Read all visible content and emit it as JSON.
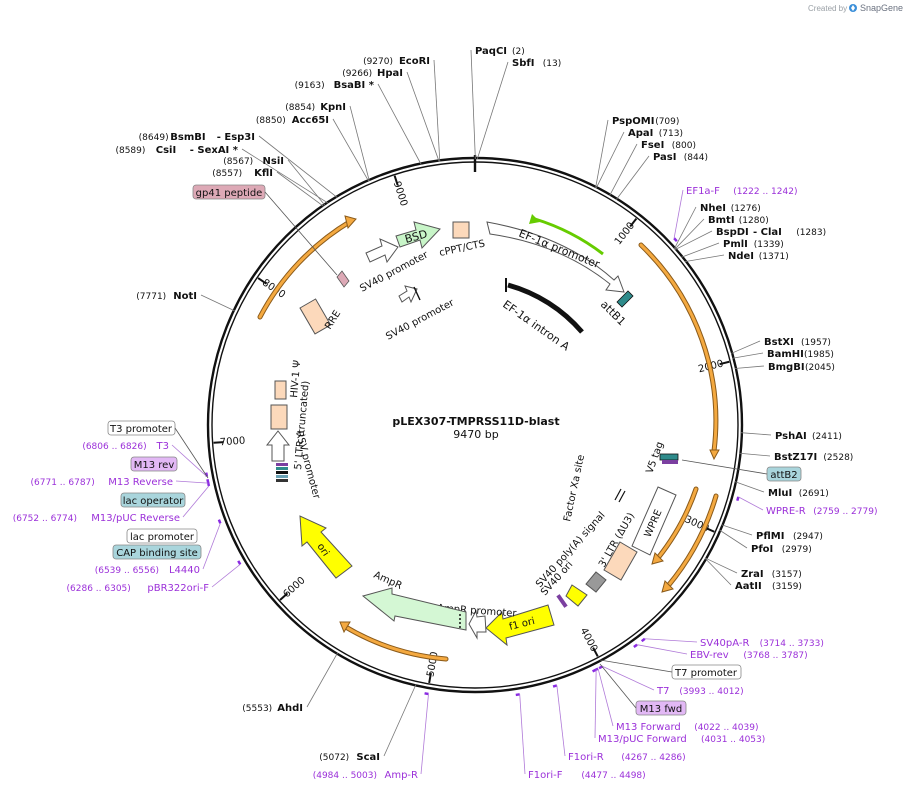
{
  "watermark": "Created by",
  "brand": "SnapGene",
  "plasmid": {
    "name": "pLEX307-TMPRSS11D-blast",
    "length": "9470 bp",
    "length_value": 9470
  },
  "ticks": [
    "1000",
    "2000",
    "3000",
    "4000",
    "5000",
    "6000",
    "7000",
    "8000",
    "9000"
  ],
  "enzymes": [
    {
      "name": "PaqCI",
      "pos": "(2)",
      "site": 2
    },
    {
      "name": "SbfI",
      "pos": "(13)",
      "site": 13
    },
    {
      "name": "PspOMI",
      "pos": "(709)",
      "site": 709
    },
    {
      "name": "ApaI",
      "pos": "(713)",
      "site": 713
    },
    {
      "name": "FseI",
      "pos": "(800)",
      "site": 800
    },
    {
      "name": "PasI",
      "pos": "(844)",
      "site": 844
    },
    {
      "name": "NheI",
      "pos": "(1276)",
      "site": 1276
    },
    {
      "name": "BmtI",
      "pos": "(1280)",
      "site": 1280
    },
    {
      "name": "BspDI",
      "extra": "- ClaI",
      "pos": "(1283)",
      "site": 1283
    },
    {
      "name": "PmlI",
      "pos": "(1339)",
      "site": 1339
    },
    {
      "name": "NdeI",
      "pos": "(1371)",
      "site": 1371
    },
    {
      "name": "BstXI",
      "pos": "(1957)",
      "site": 1957
    },
    {
      "name": "BamHI",
      "pos": "(1985)",
      "site": 1985
    },
    {
      "name": "BmgBI",
      "pos": "(2045)",
      "site": 2045
    },
    {
      "name": "PshAI",
      "pos": "(2411)",
      "site": 2411
    },
    {
      "name": "BstZ17I",
      "pos": "(2528)",
      "site": 2528
    },
    {
      "name": "MluI",
      "pos": "(2691)",
      "site": 2691
    },
    {
      "name": "PflMI",
      "pos": "(2947)",
      "site": 2947
    },
    {
      "name": "PfoI",
      "pos": "(2979)",
      "site": 2979
    },
    {
      "name": "ZraI",
      "pos": "(3157)",
      "site": 3157
    },
    {
      "name": "AatII",
      "pos": "(3159)",
      "site": 3159
    },
    {
      "name": "ScaI",
      "pos": "(5072)",
      "site": 5072
    },
    {
      "name": "AhdI",
      "pos": "(5553)",
      "site": 5553
    },
    {
      "name": "NotI",
      "pos": "(7771)",
      "site": 7771
    },
    {
      "name": "KflI",
      "pos": "(8557)",
      "site": 8557
    },
    {
      "name": "NsiI",
      "pos": "(8567)",
      "site": 8567
    },
    {
      "name": "CsiI",
      "extra": "- SexAI *",
      "pos": "(8589)",
      "site": 8589
    },
    {
      "name": "BsmBI",
      "extra": "- Esp3I",
      "pos": "(8649)",
      "site": 8649
    },
    {
      "name": "Acc65I",
      "pos": "(8850)",
      "site": 8850
    },
    {
      "name": "KpnI",
      "pos": "(8854)",
      "site": 8854
    },
    {
      "name": "BsaBI *",
      "pos": "(9163)",
      "site": 9163
    },
    {
      "name": "HpaI",
      "pos": "(9266)",
      "site": 9266
    },
    {
      "name": "EcoRI",
      "pos": "(9270)",
      "site": 9270
    }
  ],
  "primers": [
    {
      "name": "EF1a-F",
      "range": "(1222 .. 1242)"
    },
    {
      "name": "WPRE-R",
      "range": "(2759 .. 2779)"
    },
    {
      "name": "SV40pA-R",
      "range": "(3714 .. 3733)"
    },
    {
      "name": "EBV-rev",
      "range": "(3768 .. 3787)"
    },
    {
      "name": "T7",
      "range": "(3993 .. 4012)"
    },
    {
      "name": "M13 Forward",
      "range": "(4022 .. 4039)"
    },
    {
      "name": "M13/pUC Forward",
      "range": "(4031 .. 4053)"
    },
    {
      "name": "F1ori-R",
      "range": "(4267 .. 4286)"
    },
    {
      "name": "F1ori-F",
      "range": "(4477 .. 4498)"
    },
    {
      "name": "Amp-R",
      "range": "(4984 .. 5003)"
    },
    {
      "name": "pBR322ori-F",
      "range": "(6286 .. 6305)"
    },
    {
      "name": "L4440",
      "range": "(6539 .. 6556)"
    },
    {
      "name": "M13/pUC Reverse",
      "range": "(6752 .. 6774)"
    },
    {
      "name": "M13 Reverse",
      "range": "(6771 .. 6787)"
    },
    {
      "name": "T3",
      "range": "(6806 .. 6826)"
    }
  ],
  "boxed_labels": {
    "gp41": "gp41 peptide",
    "attB2": "attB2",
    "t7_promoter": "T7 promoter",
    "m13_fwd": "M13 fwd",
    "t3_promoter": "T3 promoter",
    "m13_rev": "M13 rev",
    "lac_operator": "lac operator",
    "lac_promoter": "lac promoter",
    "cap_site": "CAP binding site"
  },
  "features": {
    "bsd": "BSD",
    "sv40_promoter_1": "SV40 promoter",
    "sv40_promoter_2": "SV40 promoter",
    "cppt": "cPPT/CTS",
    "ef1a_promoter": "EF-1α promoter",
    "ef1a_intron": "EF-1α intron A",
    "attb1": "attB1",
    "rre": "RRE",
    "hiv_psi": "HIV-1 Ψ",
    "ltr5": "5' LTR (truncated)",
    "rsv": "RSV promoter",
    "v5_tag": "V5 tag",
    "factor_xa": "Factor Xa site",
    "wpre": "WPRE",
    "ltr3": "3' LTR (ΔU3)",
    "sv40_polya": "SV40 poly(A) signal",
    "sv40_ori": "SV40 ori",
    "f1_ori": "f1 ori",
    "ampr_promoter": "AmpR promoter",
    "ampr": "AmpR",
    "ori": "ori"
  },
  "colors": {
    "backbone": "#111111",
    "enzyme_line": "#555555",
    "primer": "#8a2be2",
    "primer_text": "#9b30d9",
    "ltr": "#fcd9bb",
    "promoter": "#ffffff",
    "bsd": "#c8f5c8",
    "ampr": "#d4f7d4",
    "ori": "#ffff00",
    "orf_arc": "#f4a940",
    "green_arc": "#66cc00",
    "attb": "#2e8b8b",
    "misc_box": "#a9d5dc",
    "purple_box": "#e2b8f5",
    "gp41_box": "#dda9b6"
  }
}
